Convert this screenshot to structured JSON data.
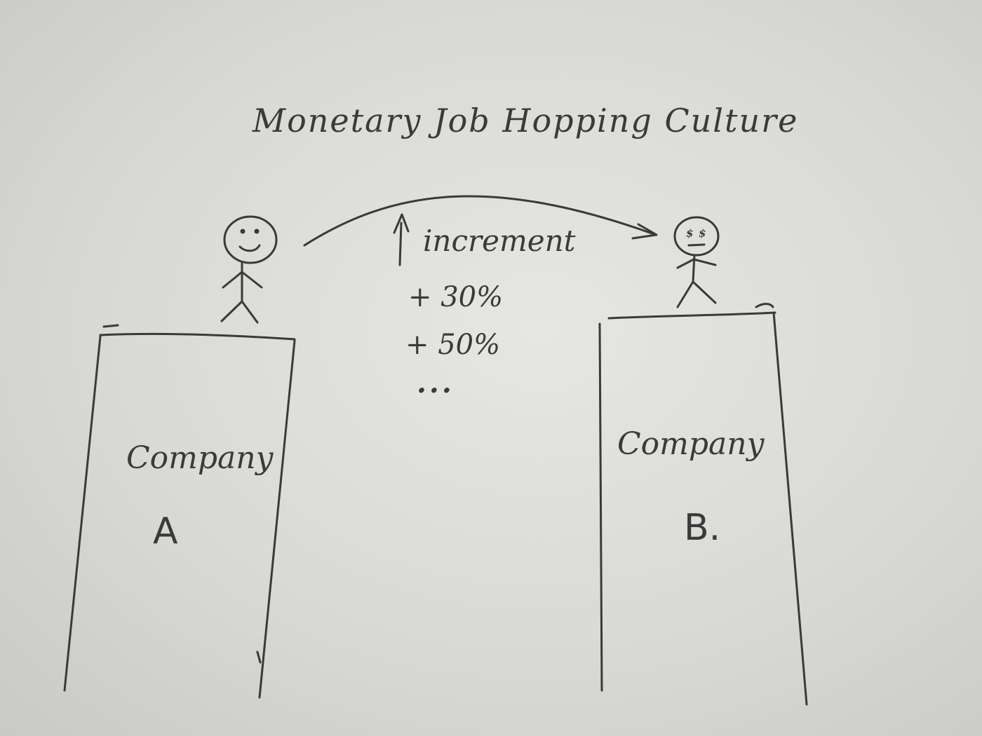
{
  "title": "Monetary Job Hopping Culture",
  "arrow_label": "increment",
  "increments": [
    "+ 30%",
    "+ 50%",
    "..."
  ],
  "company_a": {
    "name": "Company",
    "letter": "A"
  },
  "company_b": {
    "name": "Company",
    "letter": "B."
  },
  "colors": {
    "ink": "#3a3a3a",
    "paper": "#dededb"
  }
}
